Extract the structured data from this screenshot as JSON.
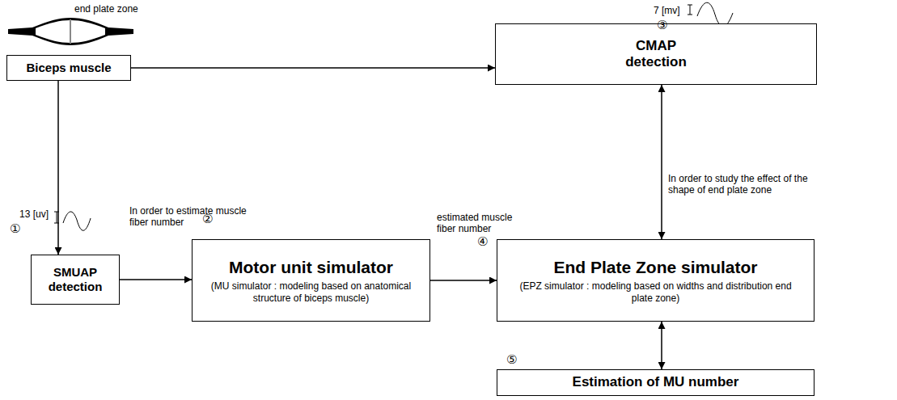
{
  "diagram": {
    "nodes": [
      {
        "text": [
          "Biceps muscle"
        ]
      },
      {
        "text": [
          "CMAP detection"
        ]
      },
      {
        "text": [
          "SMUAP detection"
        ]
      },
      {
        "text": [
          "Motor unit simulator",
          "(MU simulator : modeling based on anatomical structure of biceps muscle)"
        ]
      },
      {
        "text": [
          "End Plate Zone simulator",
          "(EPZ simulator : modeling based on widths and distribution end plate zone)"
        ]
      },
      {
        "text": [
          "Estimation of MU number"
        ]
      }
    ],
    "edges": [
      {
        "from": 0,
        "to": 1,
        "arrow": "to"
      },
      {
        "from": 0,
        "to": 2,
        "arrow": "to"
      },
      {
        "from": 2,
        "to": 3,
        "arrow": "to"
      },
      {
        "from": 3,
        "to": 4,
        "arrow": "to"
      },
      {
        "from": 1,
        "to": 4,
        "arrow": "both"
      },
      {
        "from": 4,
        "to": 5,
        "arrow": "both"
      }
    ],
    "labels": [
      "end plate zone",
      "7 [mv]",
      "③",
      "13 [uv]",
      "①",
      "In order to estimate muscle fiber number",
      "②",
      "estimated muscle fiber number",
      "④",
      "In order to study the effect of the shape of end plate zone",
      "⑤"
    ]
  }
}
